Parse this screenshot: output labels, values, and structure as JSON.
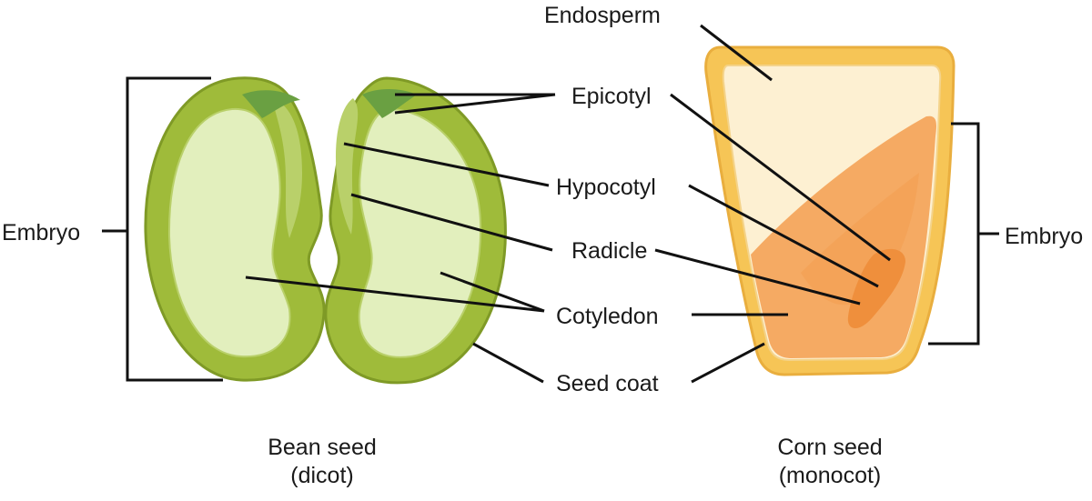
{
  "labels": {
    "endosperm": "Endosperm",
    "epicotyl": "Epicotyl",
    "hypocotyl": "Hypocotyl",
    "radicle": "Radicle",
    "cotyledon": "Cotyledon",
    "seed_coat": "Seed coat",
    "embryo_left": "Embryo",
    "embryo_right": "Embryo"
  },
  "captions": {
    "bean_line1": "Bean seed",
    "bean_line2": "(dicot)",
    "corn_line1": "Corn seed",
    "corn_line2": "(monocot)"
  },
  "colors": {
    "bean_coat": "#9fbb3a",
    "bean_coat_dark": "#7f9a26",
    "bean_inner": "#e2efbd",
    "bean_embryo_axis": "#b9d06a",
    "epicotyl_leaf": "#6aa042",
    "corn_coat": "#f6c556",
    "corn_endosperm": "#fdf0d2",
    "corn_embryo": "#f5aa63",
    "corn_embryo_core": "#ef8f3c",
    "line": "#111111"
  }
}
